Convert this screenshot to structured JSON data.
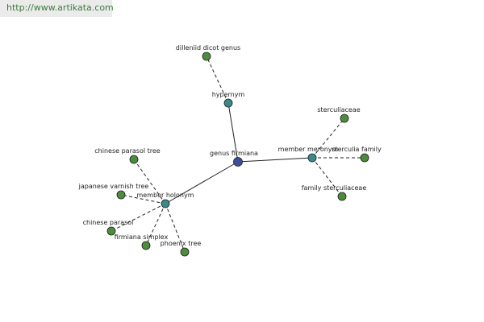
{
  "site": {
    "url": "http://www.artikata.com"
  },
  "graph": {
    "colors": {
      "center": "#3d4f9c",
      "relation": "#3a8a8a",
      "leaf": "#4c8c3c",
      "edge": "#222222"
    },
    "center": {
      "label": "genus firmiana"
    },
    "relations": [
      {
        "key": "hypernym",
        "label": "hypernym"
      },
      {
        "key": "meronym",
        "label": "member meronym"
      },
      {
        "key": "holonym",
        "label": "member holonym"
      }
    ],
    "leaves": [
      {
        "relation": "hypernym",
        "label": "dilleniid dicot genus"
      },
      {
        "relation": "meronym",
        "label": "sterculiaceae"
      },
      {
        "relation": "meronym",
        "label": "sterculia family"
      },
      {
        "relation": "meronym",
        "label": "family sterculiaceae"
      },
      {
        "relation": "holonym",
        "label": "chinese parasol tree"
      },
      {
        "relation": "holonym",
        "label": "japanese varnish tree"
      },
      {
        "relation": "holonym",
        "label": "chinese parasol"
      },
      {
        "relation": "holonym",
        "label": "firmiana simplex"
      },
      {
        "relation": "holonym",
        "label": "phoenix tree"
      }
    ]
  }
}
